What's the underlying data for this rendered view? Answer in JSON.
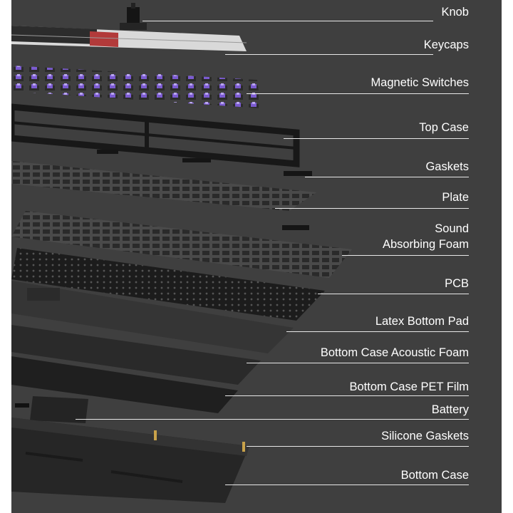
{
  "diagram": {
    "background": "#3f3f3f",
    "line_color": "#e8e8e8",
    "text_color": "#ffffff",
    "labels": [
      {
        "id": "knob",
        "text": "Knob"
      },
      {
        "id": "keycaps",
        "text": "Keycaps"
      },
      {
        "id": "magnetic_switches",
        "text": "Magnetic Switches"
      },
      {
        "id": "top_case",
        "text": "Top Case"
      },
      {
        "id": "gaskets",
        "text": "Gaskets"
      },
      {
        "id": "plate",
        "text": "Plate"
      },
      {
        "id": "sound_absorbing_foam",
        "line1": "Sound",
        "line2": "Absorbing Foam"
      },
      {
        "id": "pcb",
        "text": "PCB"
      },
      {
        "id": "latex_bottom_pad",
        "text": "Latex Bottom Pad"
      },
      {
        "id": "bottom_case_acoustic_foam",
        "text": "Bottom Case Acoustic Foam"
      },
      {
        "id": "bottom_case_pet_film",
        "text": "Bottom Case PET Film"
      },
      {
        "id": "battery",
        "text": "Battery"
      },
      {
        "id": "silicone_gaskets",
        "text": "Silicone Gaskets"
      },
      {
        "id": "bottom_case",
        "text": "Bottom Case"
      }
    ]
  }
}
